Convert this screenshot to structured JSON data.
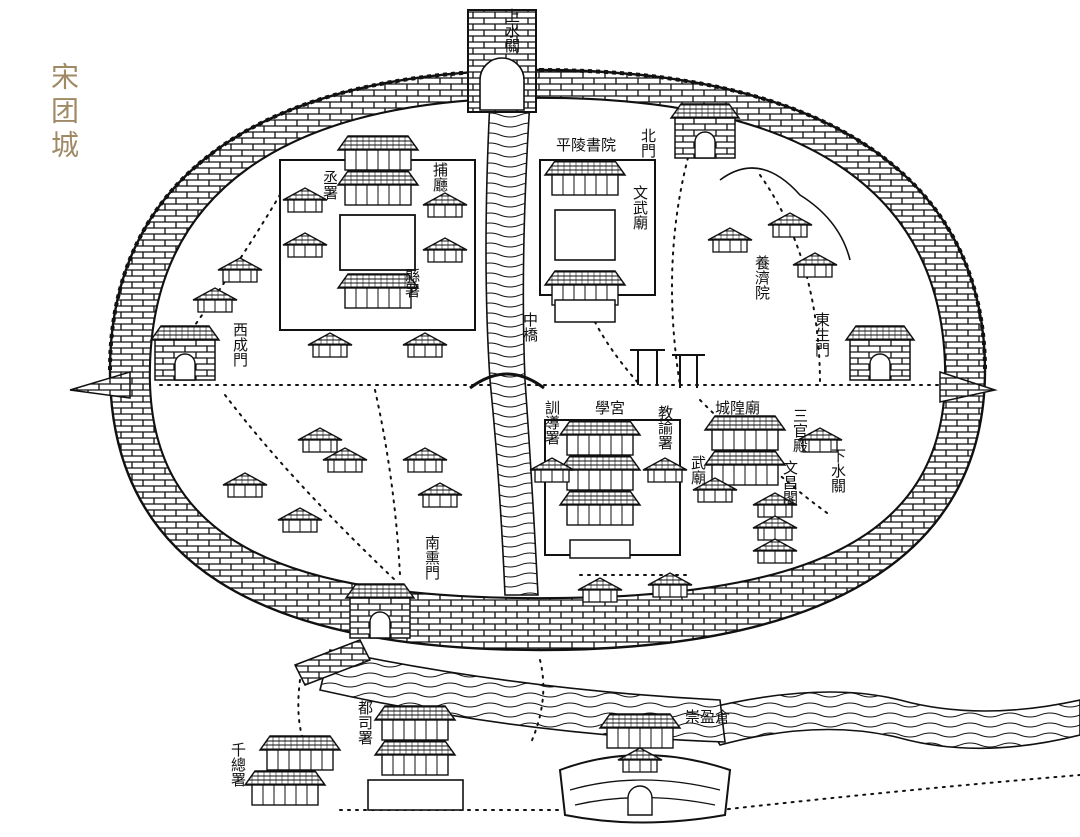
{
  "title": "宋团城",
  "colors": {
    "title": "#a08a66",
    "ink": "#111111",
    "paper": "#ffffff"
  },
  "labels": {
    "shangshuiguan": "上水關",
    "pingling_shuyuan": "平陵書院",
    "beimen": "北門",
    "wenwu_miao": "文武廟",
    "buting": "捕廳",
    "chengshu": "丞署",
    "xianshu": "縣署",
    "ximen": "西成門",
    "zhongqiao": "中橋",
    "yangji_yuan": "養濟院",
    "dongmen": "東生門",
    "xunshu": "訓導署",
    "xuegong": "學宮",
    "jiaoyu": "教諭署",
    "chenghuang_miao": "城隍廟",
    "sanguan": "三官殿",
    "wumiao": "武廟",
    "wenchang": "文昌閣",
    "xiashuiguan": "下水關",
    "nanmen": "南熏門",
    "dusi_shu": "都司署",
    "qianzong_shu": "千總署",
    "chong_cang": "崇盈倉"
  }
}
